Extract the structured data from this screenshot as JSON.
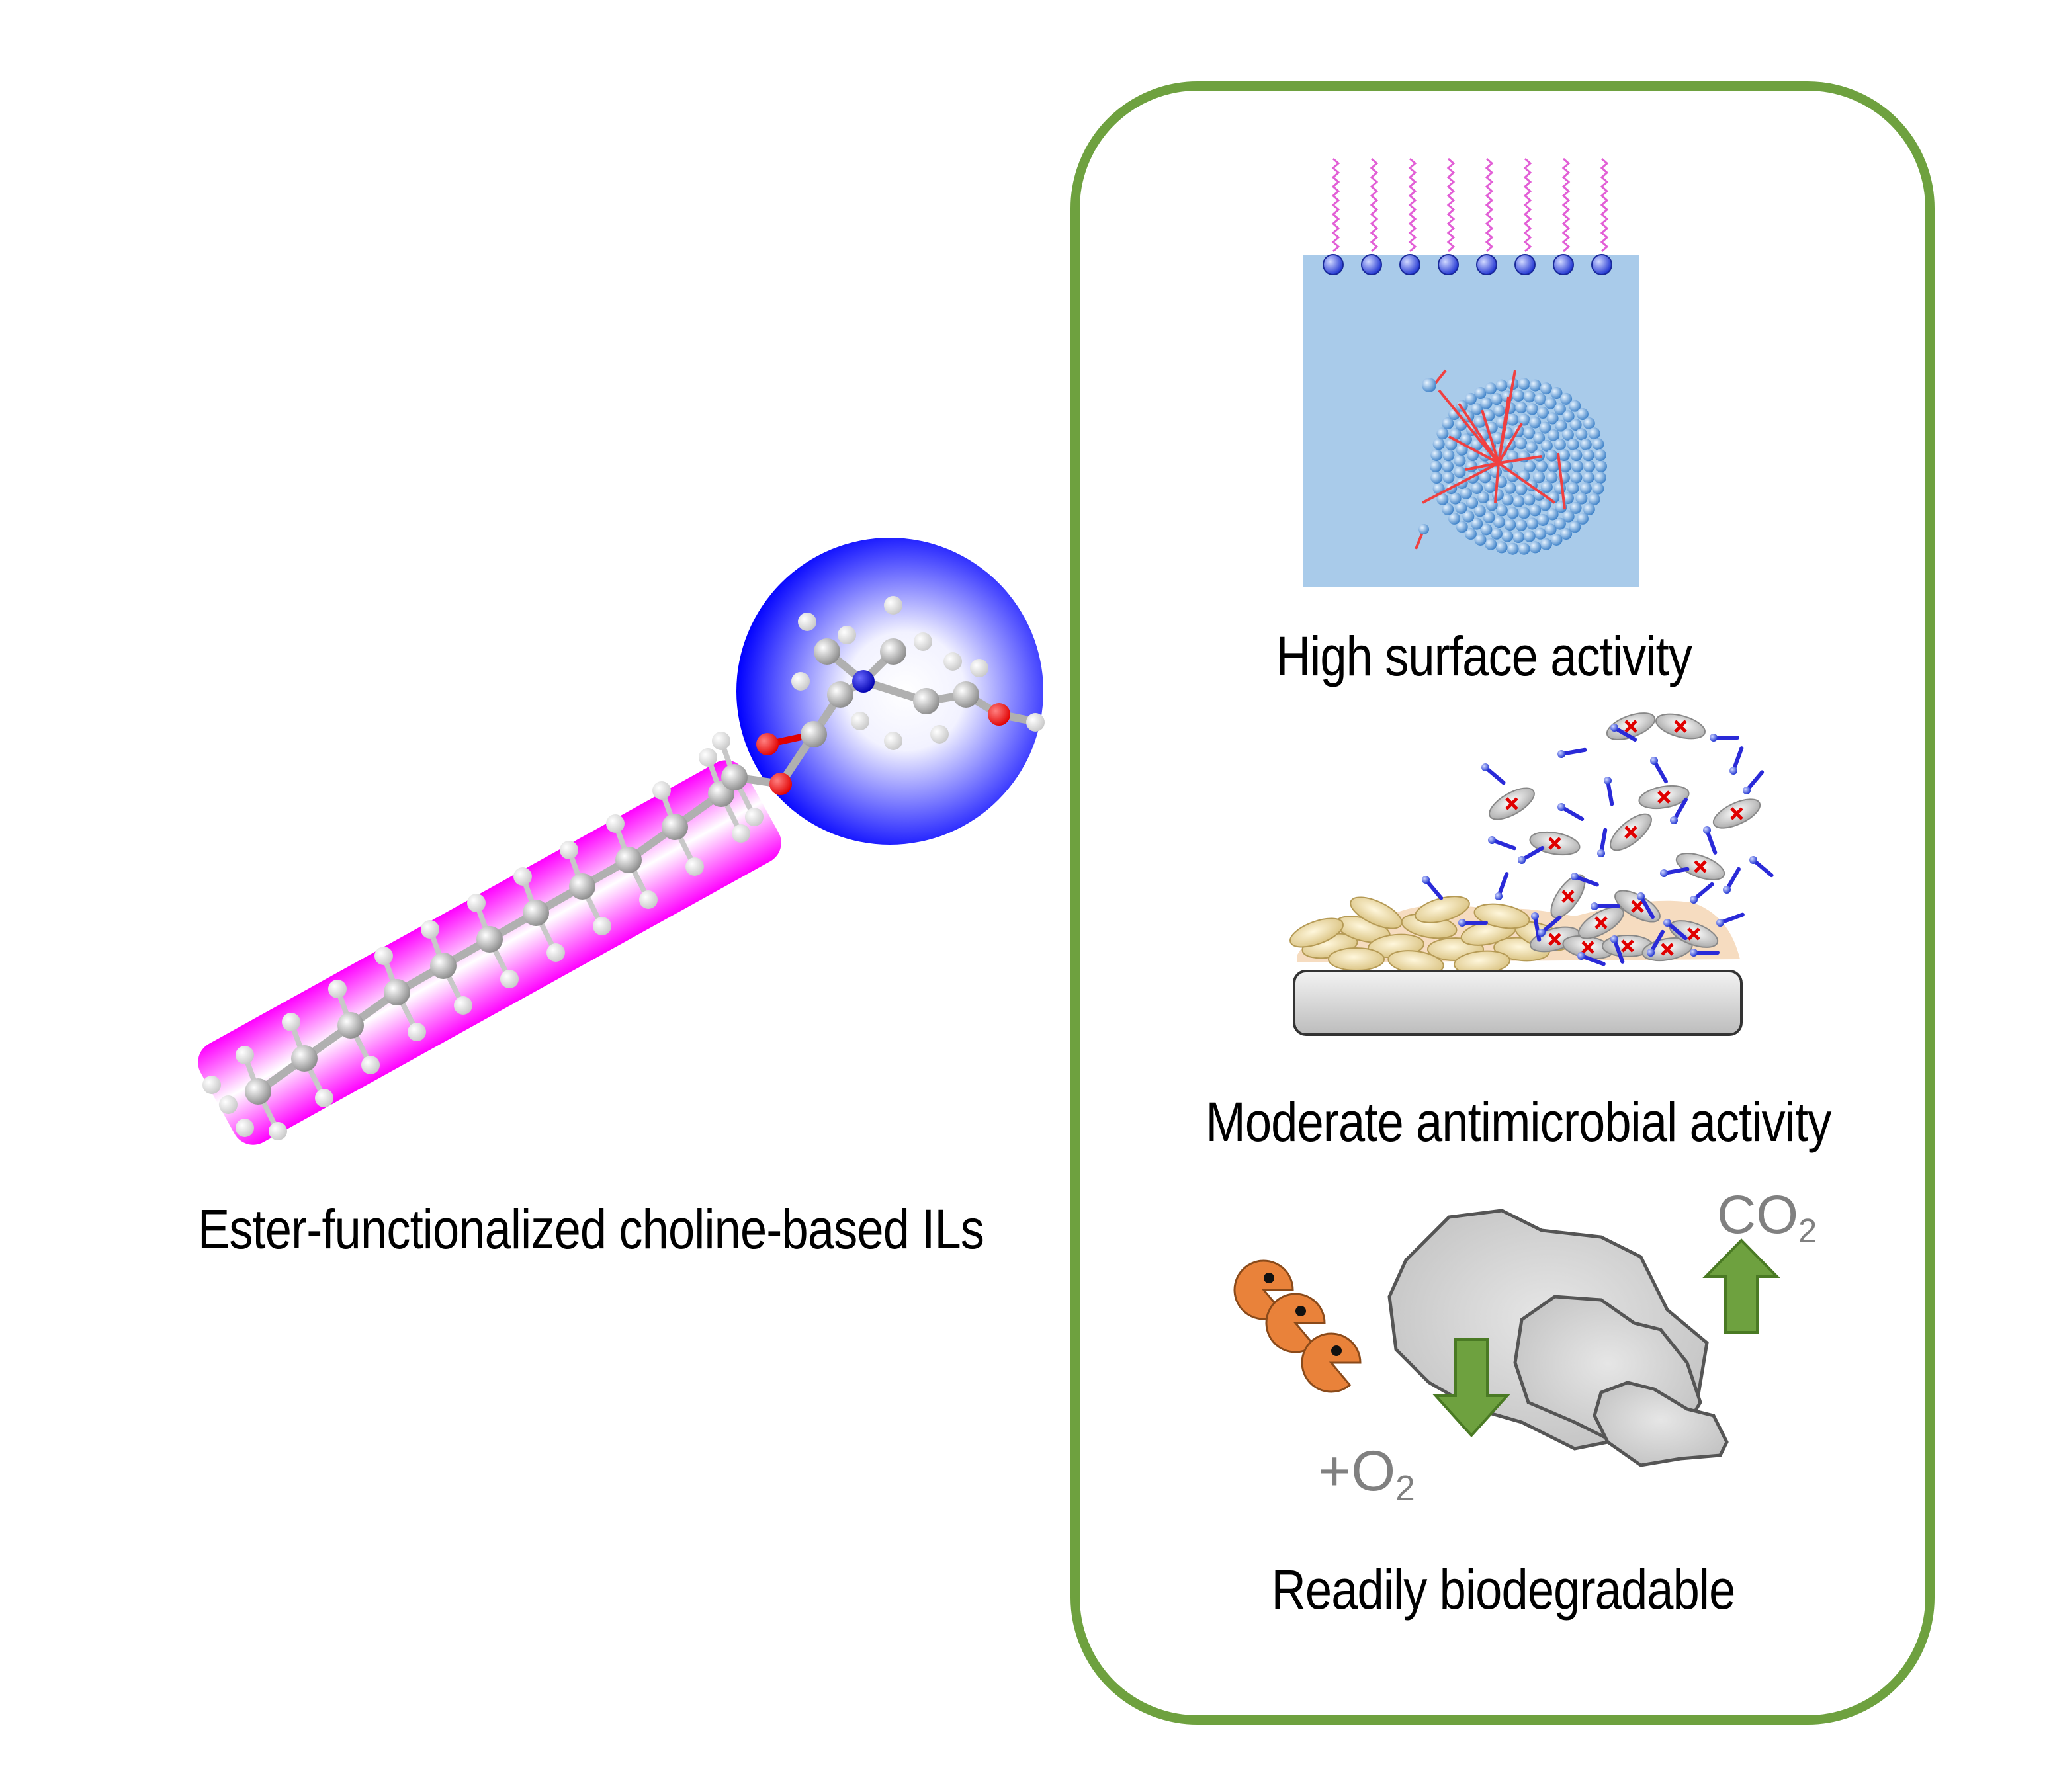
{
  "left_label": "Ester-functionalized choline-based ILs",
  "panel": {
    "surface_label": "High surface activity",
    "antimicrobial_label": "Moderate antimicrobial activity",
    "biodegradable_label": "Readily biodegradable"
  },
  "chem": {
    "co2_main": "CO",
    "co2_sub": "2",
    "o2_main": "+O",
    "o2_sub": "2"
  },
  "colors": {
    "panel_border": "#6ea13f",
    "arrow_green": "#6ea13f",
    "tail_magenta": "#ff00ff",
    "head_blue": "#0000ff",
    "water_blue": "#a9cbea",
    "pacman_orange": "#e9823a",
    "rock_gray": "#cfcfcf"
  }
}
